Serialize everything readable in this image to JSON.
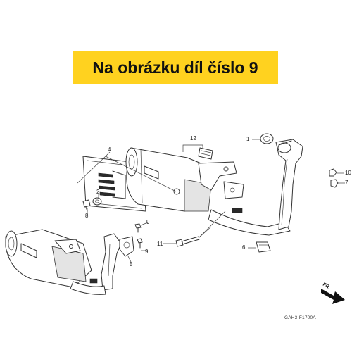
{
  "banner": {
    "text": "Na obrázku díl číslo 9",
    "color": "#ffd21f"
  },
  "callouts": [
    "1",
    "12",
    "4",
    "10",
    "7",
    "9",
    "2",
    "8",
    "5",
    "9",
    "11",
    "6"
  ],
  "diagram_code": "GAH3-F1700A",
  "direction_label": "FR.",
  "icons": [
    "front-direction-arrow-icon"
  ]
}
